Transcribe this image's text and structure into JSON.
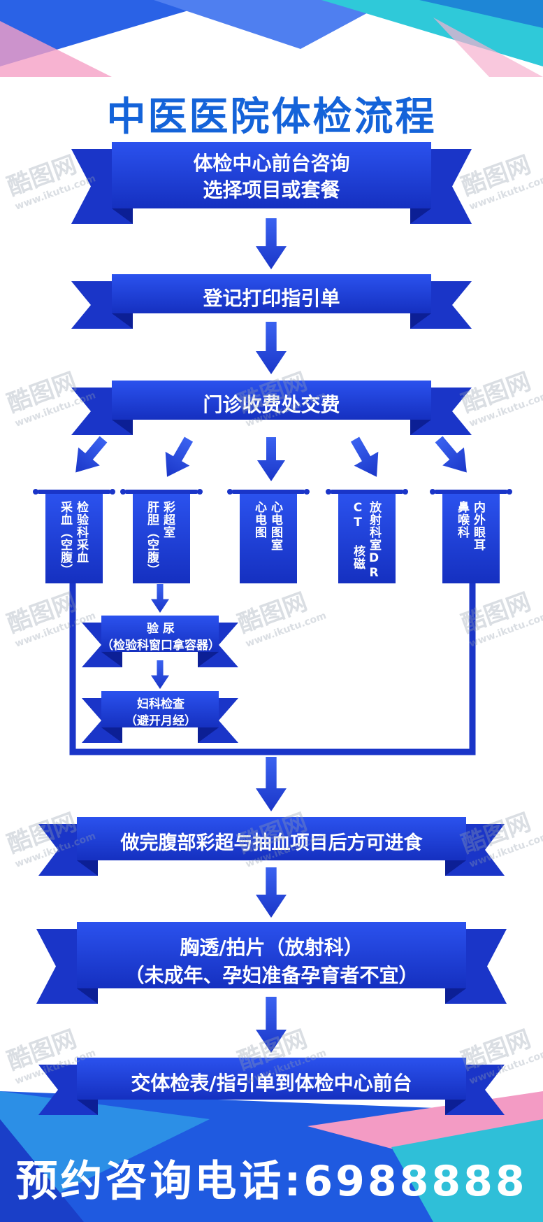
{
  "title": "中医医院体检流程",
  "steps": {
    "step1": [
      "体检中心前台咨询",
      "选择项目或套餐"
    ],
    "step2": "登记打印指引单",
    "step3": "门诊收费处交费",
    "depts": [
      [
        "检验科采血",
        "采血（空腹）"
      ],
      [
        "彩超室",
        "肝胆（空腹）"
      ],
      [
        "心电图室",
        "心电图"
      ],
      [
        "放射科室DR",
        "CT 核磁"
      ],
      [
        "内外眼耳",
        "鼻喉科"
      ]
    ],
    "urine": [
      "验 尿",
      "（检验科窗口拿容器）"
    ],
    "gyn": [
      "妇科检查",
      "（避开月经）"
    ],
    "step4": "做完腹部彩超与抽血项目后方可进食",
    "step5": [
      "胸透/拍片（放射科）",
      "（未成年、孕妇准备孕育者不宜）"
    ],
    "step6": "交体检表/指引单到体检中心前台"
  },
  "phone": "预约咨询电话:6988888",
  "watermark": {
    "logo": "酷图网",
    "url": "www.ikutu.com"
  },
  "colors": {
    "banner": "#1f3fd8",
    "banner_dark": "#0f22a0",
    "title": "#1463d9",
    "accent_pink": "#f58bc0",
    "accent_cyan": "#3dd6e0"
  }
}
